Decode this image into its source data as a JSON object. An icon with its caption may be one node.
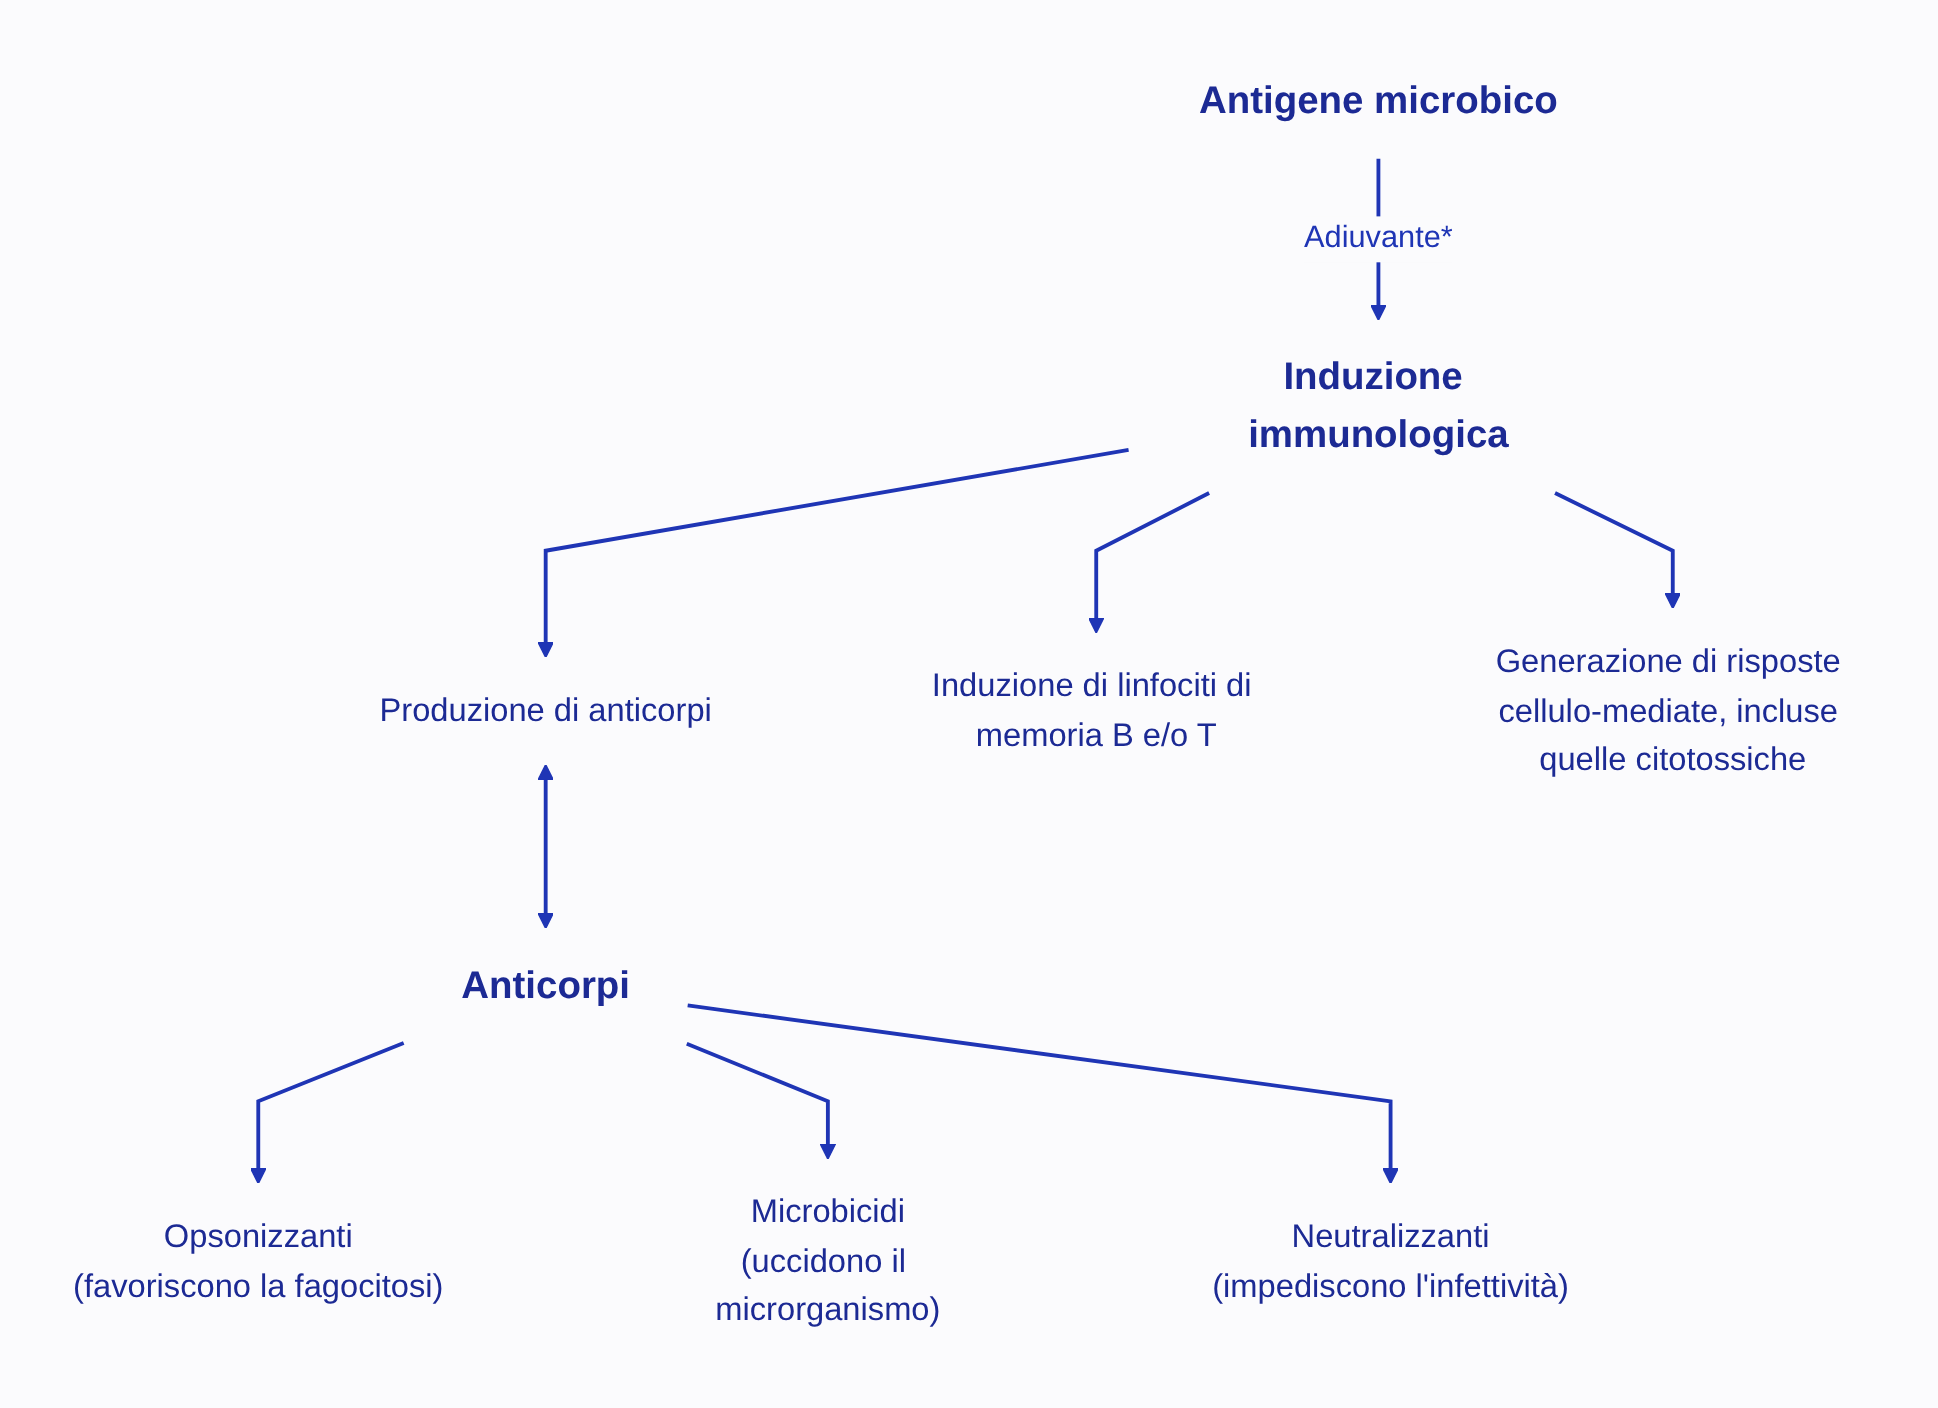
{
  "diagram": {
    "nodes": [
      {
        "text": [
          "Antigene microbico"
        ]
      },
      {
        "text": [
          "Induzione immunologica"
        ]
      },
      {
        "text": [
          "Produzione di anticorpi"
        ]
      },
      {
        "text": [
          "Induzione di linfociti di memoria B e/o T"
        ]
      },
      {
        "text": [
          "Generazione di risposte cellulo-mediate, incluse quelle citotossiche"
        ]
      },
      {
        "text": [
          "Anticorpi"
        ]
      },
      {
        "text": [
          "Opsonizzanti",
          "(favoriscono la fagocitosi)"
        ]
      },
      {
        "text": [
          "Microbicidi",
          "(uccidono il microrganismo)"
        ]
      },
      {
        "text": [
          "Neutralizzanti",
          "(impediscono l'infettività)"
        ]
      }
    ],
    "edges": [
      {
        "from": 0,
        "to": 1,
        "arrow": "to",
        "label": "Adiuvante*"
      },
      {
        "from": 1,
        "to": 2,
        "arrow": "to"
      },
      {
        "from": 1,
        "to": 3,
        "arrow": "to"
      },
      {
        "from": 1,
        "to": 4,
        "arrow": "to"
      },
      {
        "from": 2,
        "to": 5,
        "arrow": "both"
      },
      {
        "from": 5,
        "to": 6,
        "arrow": "to"
      },
      {
        "from": 5,
        "to": 7,
        "arrow": "to"
      },
      {
        "from": 5,
        "to": 8,
        "arrow": "to"
      }
    ]
  }
}
